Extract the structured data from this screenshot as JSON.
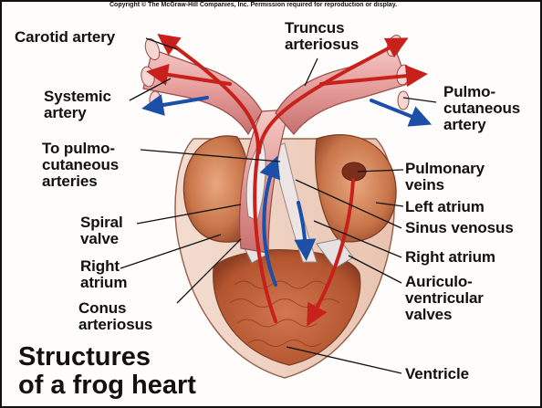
{
  "copyright": "Copyright © The McGraw-Hill Companies, Inc. Permission required for reproduction or display.",
  "title": "Structures\nof a frog heart",
  "labels": {
    "carotid_artery": "Carotid artery",
    "truncus_arteriosus": "Truncus\narteriosus",
    "systemic_artery": "Systemic\nartery",
    "pulmocutaneous_artery": "Pulmo-\ncutaneous\nartery",
    "to_pulmocutaneous_arteries": "To pulmo-\ncutaneous\narteries",
    "pulmonary_veins": "Pulmonary\nveins",
    "left_atrium": "Left atrium",
    "sinus_venosus": "Sinus venosus",
    "spiral_valve": "Spiral\nvalve",
    "right_atrium_left": "Right\natrium",
    "right_atrium_right": "Right atrium",
    "conus_arteriosus": "Conus\narteriosus",
    "auriculoventricular_valves": "Auriculo-\nventricular\nvalves",
    "ventricle": "Ventricle"
  },
  "colors": {
    "oxygenated_flow": "#c8201a",
    "deoxygenated_flow": "#1b4fa8",
    "heart_wall": "#c86a45",
    "vessel": "#e9a0a0"
  }
}
